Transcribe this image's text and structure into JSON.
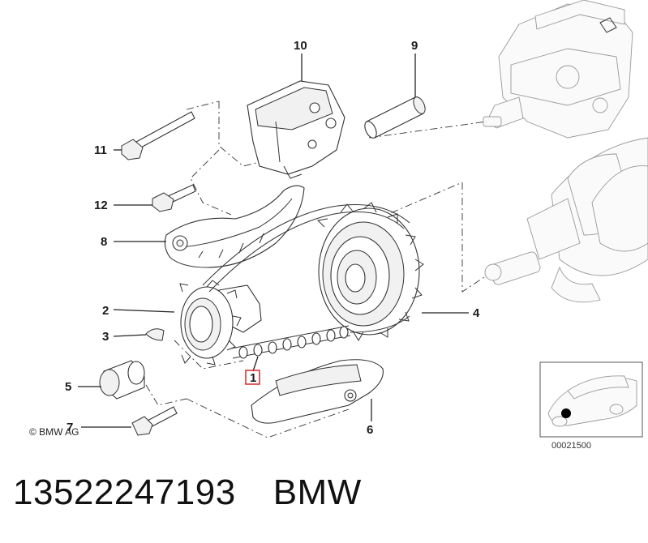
{
  "diagram": {
    "callouts": [
      {
        "id": "c10",
        "label": "10"
      },
      {
        "id": "c9",
        "label": "9"
      },
      {
        "id": "c11",
        "label": "11"
      },
      {
        "id": "c12",
        "label": "12"
      },
      {
        "id": "c8",
        "label": "8"
      },
      {
        "id": "c2",
        "label": "2"
      },
      {
        "id": "c4",
        "label": "4"
      },
      {
        "id": "c3",
        "label": "3"
      },
      {
        "id": "c1",
        "label": "1"
      },
      {
        "id": "c5",
        "label": "5"
      },
      {
        "id": "c6",
        "label": "6"
      },
      {
        "id": "c7",
        "label": "7"
      }
    ],
    "highlighted_callout": "1",
    "highlight_color": "#d93636",
    "copyright": "© BMW AG",
    "diagram_code": "00021500"
  },
  "footer": {
    "part_number": "13522247193",
    "brand": "BMW"
  }
}
